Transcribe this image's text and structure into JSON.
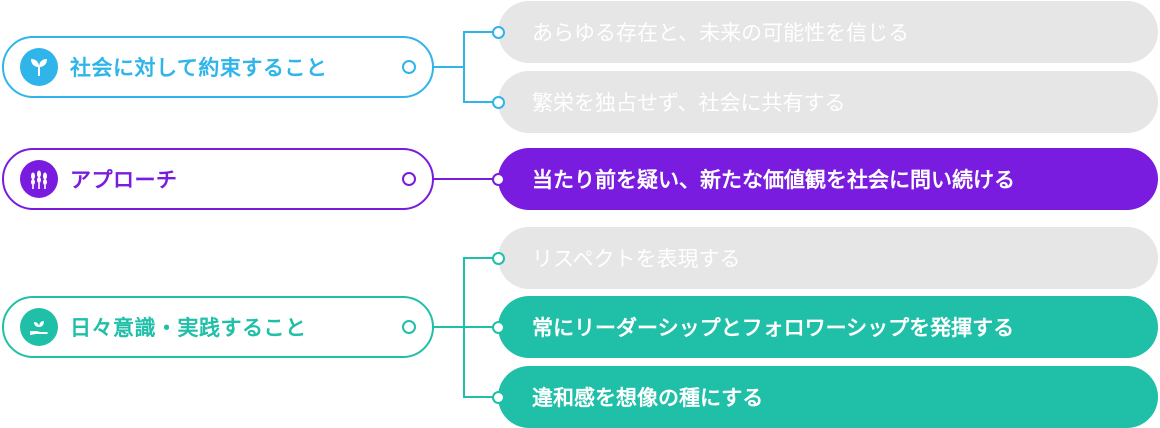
{
  "groups": [
    {
      "label": "社会に対して約束すること",
      "icon": "sprout-icon",
      "color": "#2fb5e9",
      "items": [
        {
          "text": "あらゆる存在と、未来の可能性を信じる",
          "active": false
        },
        {
          "text": "繁栄を独占せず、社会に共有する",
          "active": false
        }
      ]
    },
    {
      "label": "アプローチ",
      "icon": "wheat-icon",
      "color": "#7a1be0",
      "items": [
        {
          "text": "当たり前を疑い、新たな価値観を社会に問い続ける",
          "active": true
        }
      ]
    },
    {
      "label": "日々意識・実践すること",
      "icon": "hand-leaf-icon",
      "color": "#1fbfa8",
      "items": [
        {
          "text": "リスペクトを表現する",
          "active": false
        },
        {
          "text": "常にリーダーシップとフォロワーシップを発揮する",
          "active": true
        },
        {
          "text": "違和感を想像の種にする",
          "active": true
        }
      ]
    }
  ]
}
